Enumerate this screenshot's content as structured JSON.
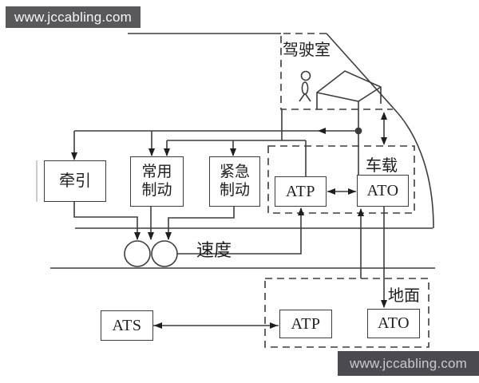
{
  "watermark_top": {
    "text": "www.jccabling.com"
  },
  "watermark_bottom": {
    "text": "www.jccabling.com"
  },
  "regions": {
    "cab_label": "驾驶室",
    "onboard_label": "车载",
    "ground_label": "地面"
  },
  "boxes": {
    "traction": "牵引",
    "service_brake": "常用\n制动",
    "emergency_brake": "紧急\n制动",
    "onboard_atp": "ATP",
    "onboard_ato": "ATO",
    "ats": "ATS",
    "ground_atp": "ATP",
    "ground_ato": "ATO"
  },
  "annotations": {
    "speed": "速度"
  },
  "colors": {
    "line": "#3d3d3d",
    "watermark_top_bg": "#59595c",
    "watermark_bottom_bg": "#4b4b4f",
    "background": "#ffffff"
  },
  "icons": [
    "driver-figure-icon",
    "console-icon",
    "wheel-icon",
    "junction-dot-icon",
    "arrowhead-icon"
  ]
}
